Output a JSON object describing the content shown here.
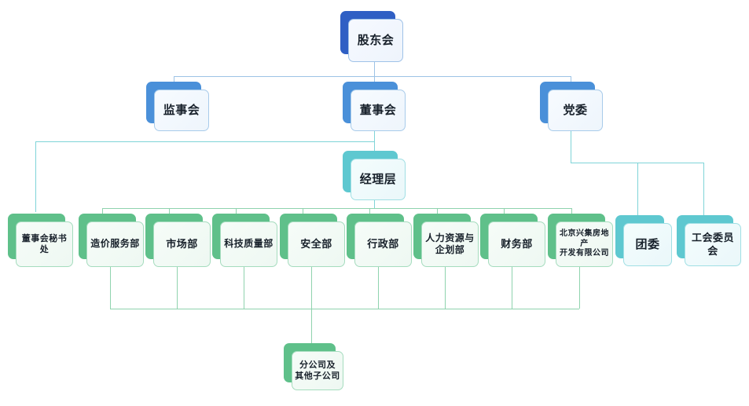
{
  "diagram": {
    "type": "organization-chart",
    "title": "",
    "colors": {
      "deep_blue_shadow": "#2f5fc4",
      "blue_shadow": "#4a90d9",
      "teal_shadow": "#5ec8d0",
      "green_shadow": "#5fc08a",
      "card_background": "#f4faff",
      "blue_connector": "#9dc3e6",
      "teal_connector": "#7fd4d8",
      "green_connector": "#8fd3ae",
      "text": "#17202a",
      "page_background": "#ffffff"
    }
  },
  "nodes": {
    "shareholders": {
      "label": "股东会",
      "level": 1,
      "style": "deep-blue"
    },
    "supervisory": {
      "label": "监事会",
      "level": 2,
      "style": "blue"
    },
    "board": {
      "label": "董事会",
      "level": 2,
      "style": "blue"
    },
    "party": {
      "label": "党委",
      "level": 2,
      "style": "blue"
    },
    "management": {
      "label": "经理层",
      "level": 3,
      "style": "teal"
    },
    "board_secretariat": {
      "label": "董事会秘书处",
      "level": 4,
      "style": "green"
    },
    "youth_league": {
      "label": "团委",
      "level": 3,
      "style": "teal"
    },
    "union_committee": {
      "label": "工会委员会",
      "level": 3,
      "style": "teal"
    },
    "subsidiaries": {
      "line1": "分公司及",
      "line2": "其他子公司",
      "level": 5,
      "style": "green"
    }
  },
  "departments": [
    {
      "label": "造价服务部",
      "style": "green"
    },
    {
      "label": "市场部",
      "style": "green"
    },
    {
      "label": "科技质量部",
      "style": "green"
    },
    {
      "label": "安全部",
      "style": "green"
    },
    {
      "label": "行政部",
      "style": "green"
    },
    {
      "line1": "人力资源与",
      "line2": "企划部",
      "style": "green"
    },
    {
      "label": "财务部",
      "style": "green"
    },
    {
      "line1": "北京兴集房地产",
      "line2": "开发有限公司",
      "style": "green"
    }
  ]
}
